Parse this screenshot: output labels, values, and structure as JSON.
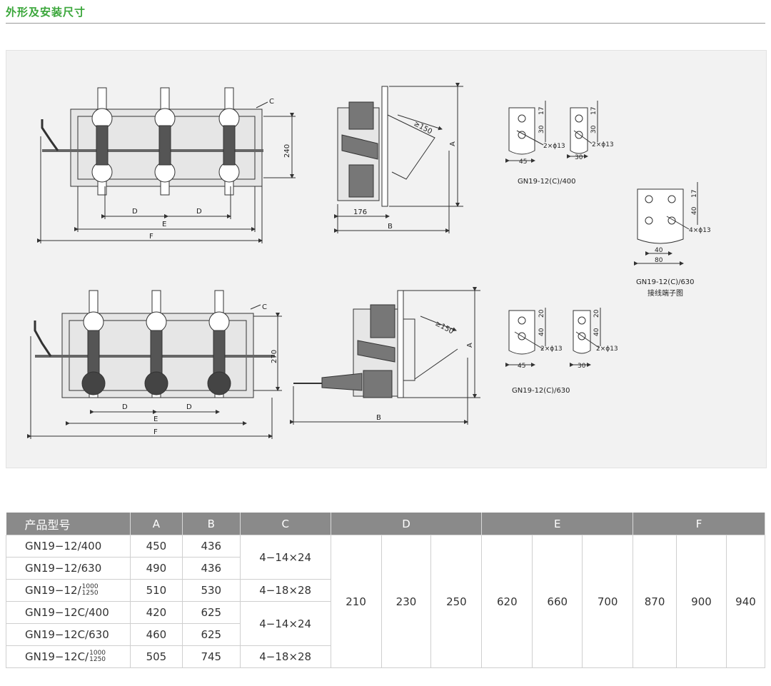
{
  "section_title": "外形及安装尺寸",
  "drawing": {
    "dims": {
      "A": "A",
      "B": "B",
      "C": "C",
      "D": "D",
      "E": "E",
      "F": "F"
    },
    "top_height": "240",
    "bottom_height": "270",
    "side_offset": "176",
    "angle_clear": "≥150",
    "terminal_400": {
      "label": "GN19-12(C)/400",
      "dim_17": "17",
      "dim_30": "30",
      "width_45": "45",
      "width_30": "30",
      "holes": "2×ϕ13"
    },
    "terminal_630_right": {
      "label": "GN19-12(C)/630",
      "sublabel": "接线端子图",
      "dim_17": "17",
      "dim_40": "40",
      "width_40": "40",
      "width_80": "80",
      "holes": "4×ϕ13"
    },
    "terminal_630_bottom": {
      "label": "GN19-12(C)/630",
      "dim_20": "20",
      "dim_40": "40",
      "width_45": "45",
      "width_30": "30",
      "holes": "2×ϕ13"
    }
  },
  "table": {
    "headers": [
      "产品型号",
      "A",
      "B",
      "C",
      "D",
      "E",
      "F"
    ],
    "rows": [
      {
        "model": "GN19−12/400",
        "frac": null,
        "a": "450",
        "b": "436"
      },
      {
        "model": "GN19−12/630",
        "frac": null,
        "a": "490",
        "b": "436"
      },
      {
        "model": "GN19−12/",
        "frac": [
          "1000",
          "1250"
        ],
        "a": "510",
        "b": "530"
      },
      {
        "model": "GN19−12C/400",
        "frac": null,
        "a": "420",
        "b": "625"
      },
      {
        "model": "GN19−12C/630",
        "frac": null,
        "a": "460",
        "b": "625"
      },
      {
        "model": "GN19−12C/",
        "frac": [
          "1000",
          "1250"
        ],
        "a": "505",
        "b": "745"
      }
    ],
    "c_groups": [
      "4−14×24",
      "4−18×28",
      "4−14×24",
      "4−18×28"
    ],
    "d_values": [
      "210",
      "230",
      "250"
    ],
    "e_values": [
      "620",
      "660",
      "700"
    ],
    "f_values": [
      "870",
      "900",
      "940"
    ]
  }
}
